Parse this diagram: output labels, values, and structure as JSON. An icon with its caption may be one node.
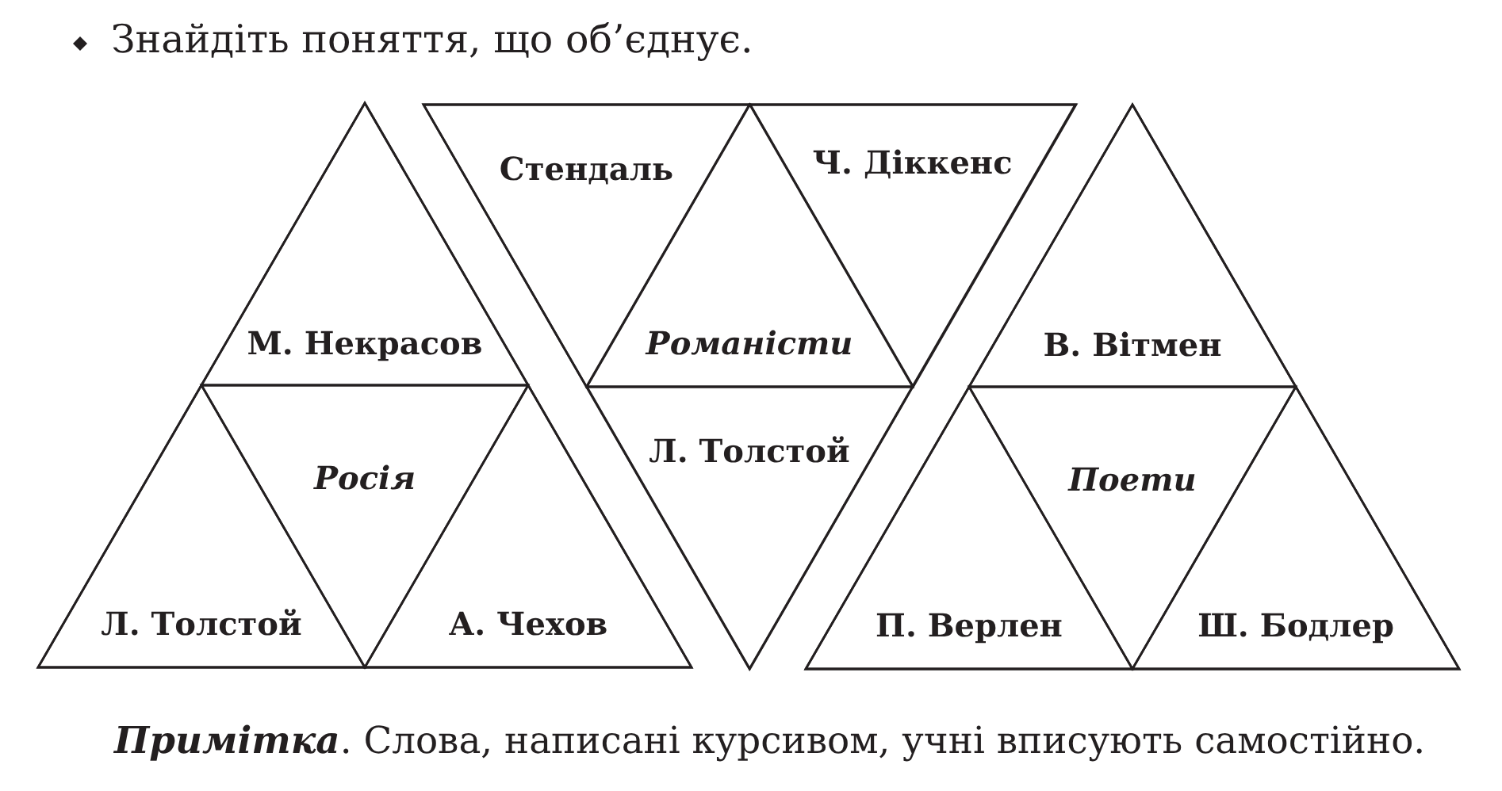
{
  "diagram": {
    "title": "Знайдіть поняття, що об’єднує.",
    "nodes": [
      {
        "text": [],
        "shape": "triangle"
      },
      {
        "text": [
          "М. Некрасов"
        ],
        "in": 0
      },
      {
        "text": [
          "Росія"
        ],
        "in": 0
      },
      {
        "text": [
          "Л. Толстой"
        ],
        "in": 0
      },
      {
        "text": [
          "А. Чехов"
        ],
        "in": 0
      },
      {
        "text": [],
        "shape": "triangle"
      },
      {
        "text": [
          "Стендаль"
        ],
        "in": 5
      },
      {
        "text": [
          "Ч. Діккенс"
        ],
        "in": 5
      },
      {
        "text": [
          "Романісти"
        ],
        "in": 5
      },
      {
        "text": [
          "Л. Толстой"
        ],
        "in": 5
      },
      {
        "text": [],
        "shape": "triangle"
      },
      {
        "text": [
          "В. Вітмен"
        ],
        "in": 10
      },
      {
        "text": [
          "Поети"
        ],
        "in": 10
      },
      {
        "text": [
          "П. Верлен"
        ],
        "in": 10
      },
      {
        "text": [
          "Ш. Бодлер"
        ],
        "in": 10
      }
    ],
    "caption": "**Примітка**. Слова, написані курсивом, учні вписують самостійно."
  }
}
